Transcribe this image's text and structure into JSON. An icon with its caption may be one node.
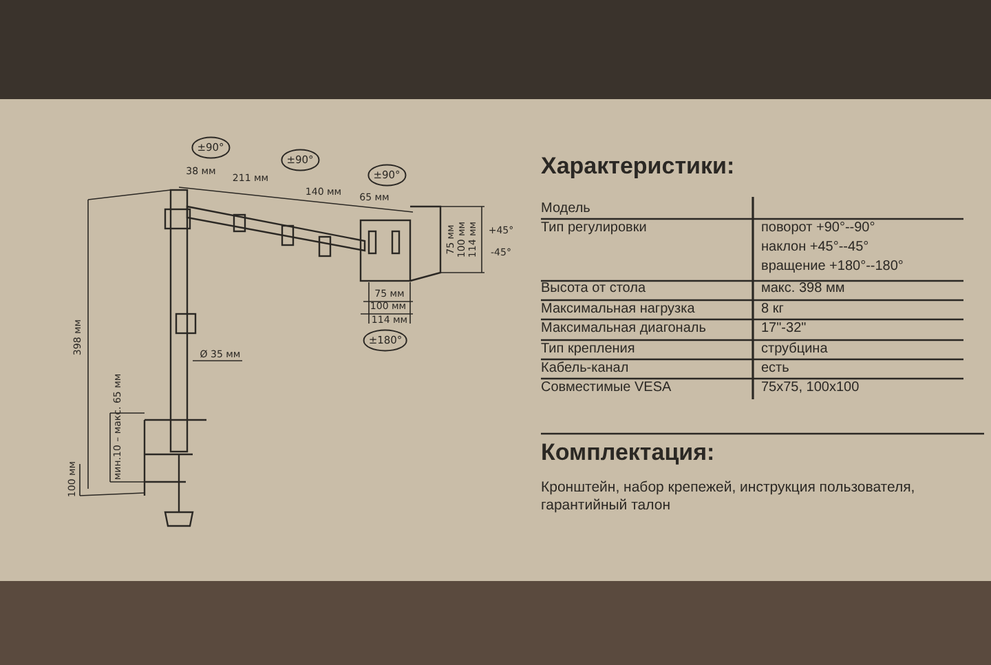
{
  "diagram": {
    "labels": [
      "±90°",
      "38 мм",
      "±90°",
      "211 мм",
      "140 мм",
      "±90°",
      "65 мм",
      "75 мм",
      "100 мм",
      "114 мм",
      "+45°",
      "-45°",
      "75 мм",
      "100 мм",
      "114 мм",
      "±180°",
      "398 мм",
      "Ø 35 мм",
      "мин.10 – макс. 65 мм",
      "100 мм",
      "Характеристики:",
      "Модель",
      "Тип регулировки",
      "поворот +90°--90°",
      "наклон +45°--45°",
      "вращение +180°--180°",
      "Высота от стола",
      "макс. 398 мм",
      "Максимальная нагрузка",
      "8 кг",
      "Максимальная диагональ",
      "17\"-32\"",
      "Тип крепления",
      "струбцина",
      "Кабель-канал",
      "есть",
      "Совместимые VESA",
      "75x75, 100x100",
      "Комплектация:",
      "Кронштейн, набор крепежей, инструкция пользователя, гарантийный талон"
    ]
  }
}
